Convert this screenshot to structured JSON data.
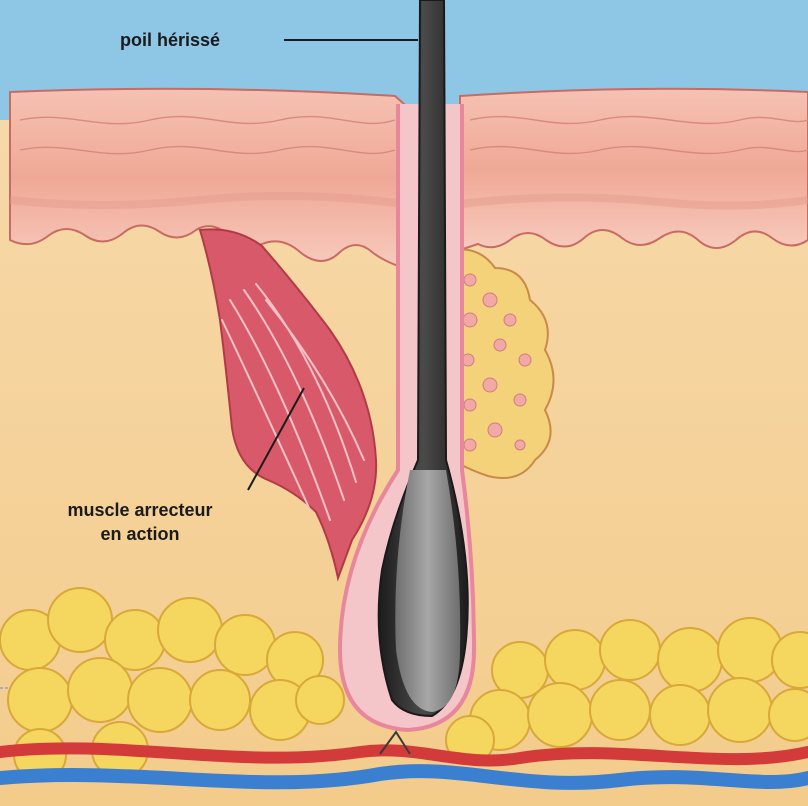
{
  "labels": {
    "hair": "poil hérissé",
    "muscle_line1": "muscle arrecteur",
    "muscle_line2": "en action"
  },
  "colors": {
    "sky": "#8ec6e6",
    "epidermis": "#f2b3a3",
    "epidermis_light": "#f9d6c9",
    "dermis": "#f6d49f",
    "muscle": "#d85a6a",
    "hair": "#2b2b2b",
    "hair_bulb": "#8c8c8c",
    "follicle": "#e8879b",
    "gland": "#f3d27a",
    "fat": "#f5d65e",
    "vein": "#3b7fd1",
    "artery": "#d33a3a"
  }
}
